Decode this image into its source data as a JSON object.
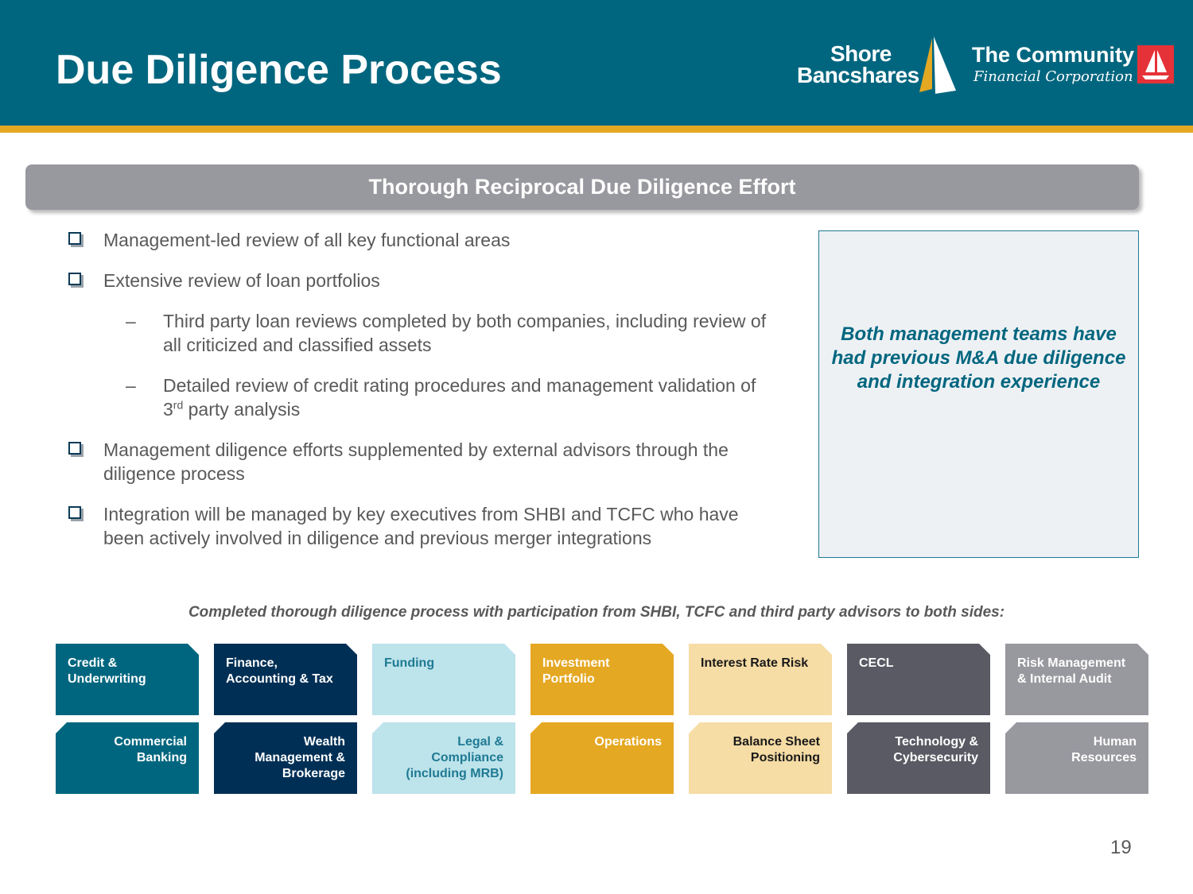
{
  "header": {
    "title": "Due Diligence Process",
    "logo_shore_line1": "Shore",
    "logo_shore_line2": "Bancshares",
    "logo_tcfc_line1": "The Community",
    "logo_tcfc_line2": "Financial Corporation"
  },
  "banner": {
    "text": "Thorough Reciprocal Due Diligence Effort"
  },
  "bullets": [
    {
      "text": "Management-led review of all key functional areas"
    },
    {
      "text": "Extensive review of loan portfolios"
    },
    {
      "text": "Third party loan reviews completed by both companies, including review of all criticized and classified assets"
    },
    {
      "text_before": "Detailed review of credit rating procedures and management validation of 3",
      "sup": "rd",
      "text_after": " party analysis"
    },
    {
      "text": "Management diligence efforts supplemented by external advisors through the diligence process"
    },
    {
      "text": "Integration will be managed by key executives from SHBI and TCFC who have been actively involved in diligence and previous merger integrations"
    }
  ],
  "sub_bullet_marker": "–",
  "callout": {
    "text": "Both management teams have had previous M&A due diligence and integration experience"
  },
  "caption": "Completed thorough diligence process with participation from SHBI, TCFC and third party advisors to both sides:",
  "tiles_top": [
    {
      "l1": "Credit &",
      "l2": "Underwriting",
      "l3": ""
    },
    {
      "l1": "Finance,",
      "l2": "Accounting & Tax",
      "l3": ""
    },
    {
      "l1": "Funding",
      "l2": "",
      "l3": ""
    },
    {
      "l1": "Investment",
      "l2": "Portfolio",
      "l3": ""
    },
    {
      "l1": "Interest Rate Risk",
      "l2": "",
      "l3": ""
    },
    {
      "l1": "CECL",
      "l2": "",
      "l3": ""
    },
    {
      "l1": "Risk Management",
      "l2": "& Internal Audit",
      "l3": ""
    }
  ],
  "tiles_bottom": [
    {
      "l1": "Commercial",
      "l2": "Banking",
      "l3": ""
    },
    {
      "l1": "Wealth",
      "l2": "Management &",
      "l3": "Brokerage"
    },
    {
      "l1": "Legal &",
      "l2": "Compliance",
      "l3": "(including MRB)"
    },
    {
      "l1": "Operations",
      "l2": "",
      "l3": ""
    },
    {
      "l1": "Balance Sheet",
      "l2": "Positioning",
      "l3": ""
    },
    {
      "l1": "Technology &",
      "l2": "Cybersecurity",
      "l3": ""
    },
    {
      "l1": "Human",
      "l2": "Resources",
      "l3": ""
    }
  ],
  "colors": {
    "header_bg": "#00667f",
    "accent_stripe": "#e5a823",
    "banner_bg": "#98989f",
    "callout_text": "#00667f"
  },
  "page_number": "19"
}
